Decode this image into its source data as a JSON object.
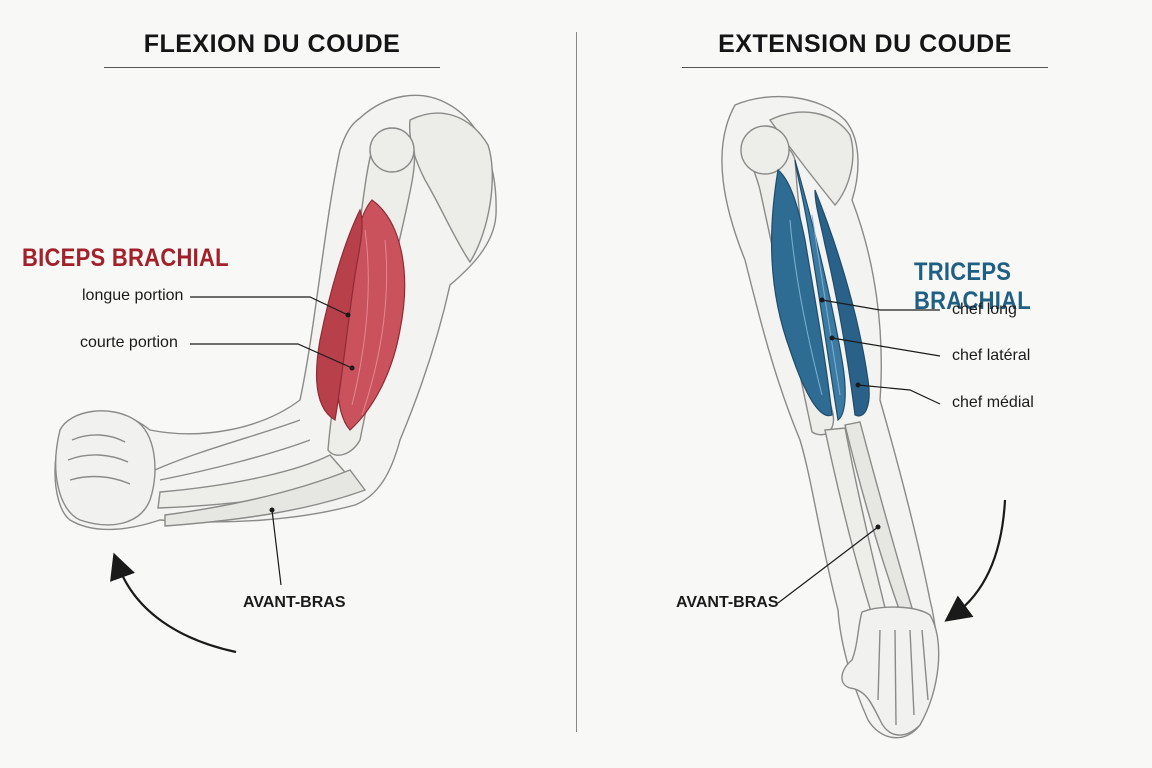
{
  "left_panel": {
    "title": "FLEXION DU COUDE",
    "muscle": "BICEPS BRACHIAL",
    "muscle_color": "#a3202a",
    "labels": [
      "longue portion",
      "courte portion"
    ],
    "forearm_label": "AVANT-BRAS"
  },
  "right_panel": {
    "title": "EXTENSION DU COUDE",
    "muscle": "TRICEPS BRACHIAL",
    "muscle_color": "#1f5f84",
    "labels": [
      "chef long",
      "chef latéral",
      "chef médial"
    ],
    "forearm_label": "AVANT-BRAS"
  },
  "colors": {
    "biceps_fill": "#c9525c",
    "triceps_fill": "#2f6c93",
    "bone": "#ededea",
    "outline": "#8a8a88"
  }
}
